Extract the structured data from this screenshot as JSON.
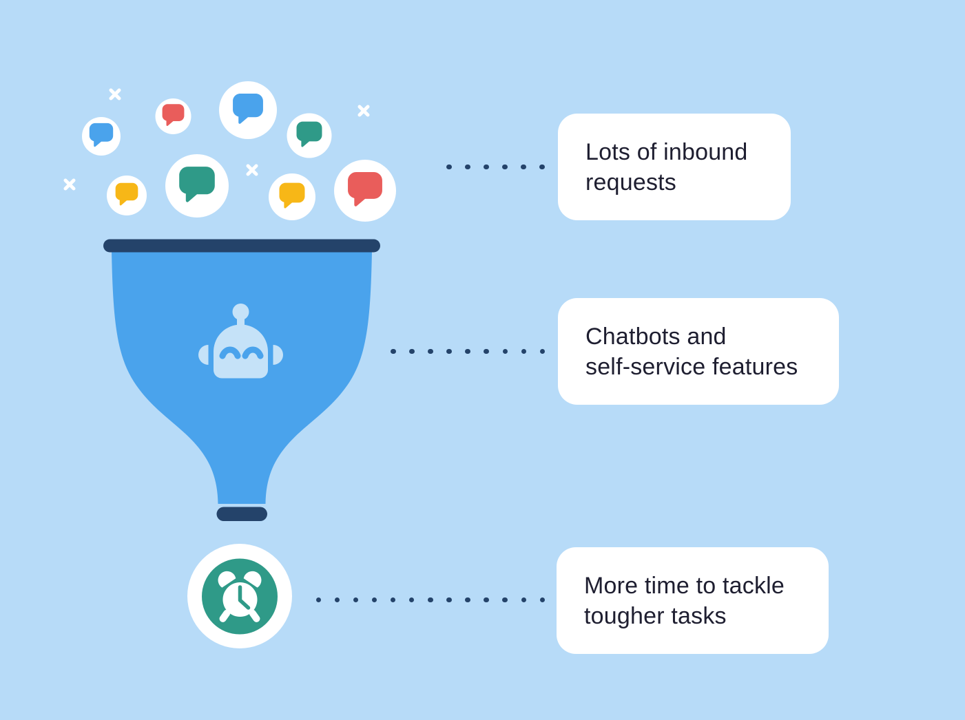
{
  "background": {
    "color": "#b7dbf8"
  },
  "colors": {
    "bg": "#b7dbf8",
    "funnel_blue": "#4aa3ec",
    "navy": "#24436a",
    "teal": "#2f9a88",
    "red": "#e95d5b",
    "yellow": "#f7b717",
    "white": "#ffffff",
    "robot_blue": "#c5e2f8",
    "card_bg": "#ffffff",
    "text": "#1e1e30"
  },
  "cards": [
    {
      "name": "inbound-requests",
      "lines": [
        "Lots of inbound",
        "requests"
      ]
    },
    {
      "name": "chatbots-self-service",
      "lines": [
        "Chatbots and",
        "self-service features"
      ]
    },
    {
      "name": "more-time",
      "lines": [
        "More time to tackle",
        "tougher tasks"
      ]
    }
  ],
  "connectors": [
    {
      "dots": 6
    },
    {
      "dots": 9
    },
    {
      "dots": 13
    }
  ],
  "bubbles": [
    {
      "icon": "chat-bubble-icon",
      "color": "#4aa3ec"
    },
    {
      "icon": "chat-bubble-icon",
      "color": "#e95d5b"
    },
    {
      "icon": "chat-bubble-icon",
      "color": "#4aa3ec"
    },
    {
      "icon": "chat-bubble-icon",
      "color": "#2f9a88"
    },
    {
      "icon": "chat-bubble-icon",
      "color": "#f7b717"
    },
    {
      "icon": "chat-bubble-icon",
      "color": "#2f9a88"
    },
    {
      "icon": "chat-bubble-icon",
      "color": "#f7b717"
    },
    {
      "icon": "chat-bubble-icon",
      "color": "#e95d5b"
    }
  ],
  "icons": {
    "funnel": "funnel-icon",
    "robot": "robot-chatbot-icon",
    "clock": "alarm-clock-icon",
    "bubble": "chat-bubble-icon",
    "sparkle": "x-sparkle-icon"
  }
}
